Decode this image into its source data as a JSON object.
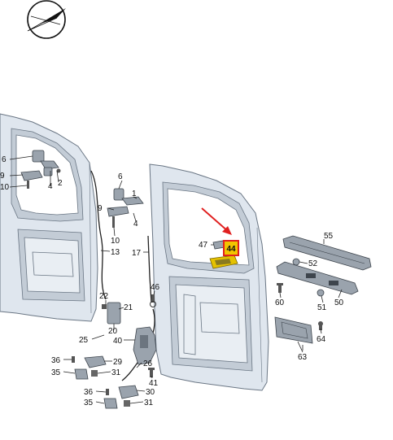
{
  "diagram": {
    "callouts": [
      {
        "id": "c6a",
        "text": "6"
      },
      {
        "id": "c9a",
        "text": "9"
      },
      {
        "id": "c10a",
        "text": "10"
      },
      {
        "id": "c4a",
        "text": "4"
      },
      {
        "id": "c2",
        "text": "2"
      },
      {
        "id": "c6b",
        "text": "6"
      },
      {
        "id": "c1",
        "text": "1"
      },
      {
        "id": "c9b",
        "text": "9"
      },
      {
        "id": "c4b",
        "text": "4"
      },
      {
        "id": "c10b",
        "text": "10"
      },
      {
        "id": "c13",
        "text": "13"
      },
      {
        "id": "c17",
        "text": "17"
      },
      {
        "id": "c47",
        "text": "47"
      },
      {
        "id": "c44",
        "text": "44"
      },
      {
        "id": "c55",
        "text": "55"
      },
      {
        "id": "c52",
        "text": "52"
      },
      {
        "id": "c22",
        "text": "22"
      },
      {
        "id": "c21",
        "text": "21"
      },
      {
        "id": "c46",
        "text": "46"
      },
      {
        "id": "c20",
        "text": "20"
      },
      {
        "id": "c60",
        "text": "60"
      },
      {
        "id": "c51",
        "text": "51"
      },
      {
        "id": "c50",
        "text": "50"
      },
      {
        "id": "c25",
        "text": "25"
      },
      {
        "id": "c40",
        "text": "40"
      },
      {
        "id": "c64",
        "text": "64"
      },
      {
        "id": "c63",
        "text": "63"
      },
      {
        "id": "c36a",
        "text": "36"
      },
      {
        "id": "c29",
        "text": "29"
      },
      {
        "id": "c35a",
        "text": "35"
      },
      {
        "id": "c31a",
        "text": "31"
      },
      {
        "id": "c26",
        "text": "26"
      },
      {
        "id": "c41",
        "text": "41"
      },
      {
        "id": "c36b",
        "text": "36"
      },
      {
        "id": "c30",
        "text": "30"
      },
      {
        "id": "c35b",
        "text": "35"
      },
      {
        "id": "c31b",
        "text": "31"
      }
    ],
    "highlight": {
      "text": "44",
      "fill": "#f2c400",
      "border": "#e02020"
    },
    "arrow_color": "#e02020",
    "logo_icon": "compass-logo-icon"
  }
}
